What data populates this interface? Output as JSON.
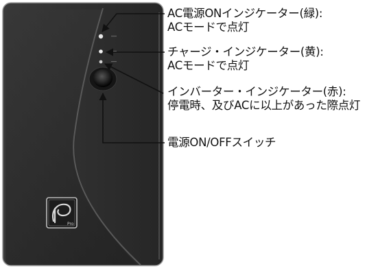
{
  "callouts": {
    "ac_power_indicator": {
      "line1": "AC電源ONインジケーター(緑):",
      "line2": "ACモードで点灯"
    },
    "charge_indicator": {
      "line1": "チャージ・インジケーター(黄):",
      "line2": "ACモードで点灯"
    },
    "inverter_indicator": {
      "line1": "インバーター・インジケーター(赤):",
      "line2": "停電時、及びACに以上があった際点灯"
    },
    "power_switch": {
      "line1": "電源ON/OFFスイッチ"
    }
  },
  "device": {
    "logo_badge": "Pro"
  },
  "colors": {
    "device_body": "#2b2b2b",
    "device_edge": "#8a8a8a",
    "led_green": "#dcdcdc",
    "leader_line": "#111111"
  }
}
